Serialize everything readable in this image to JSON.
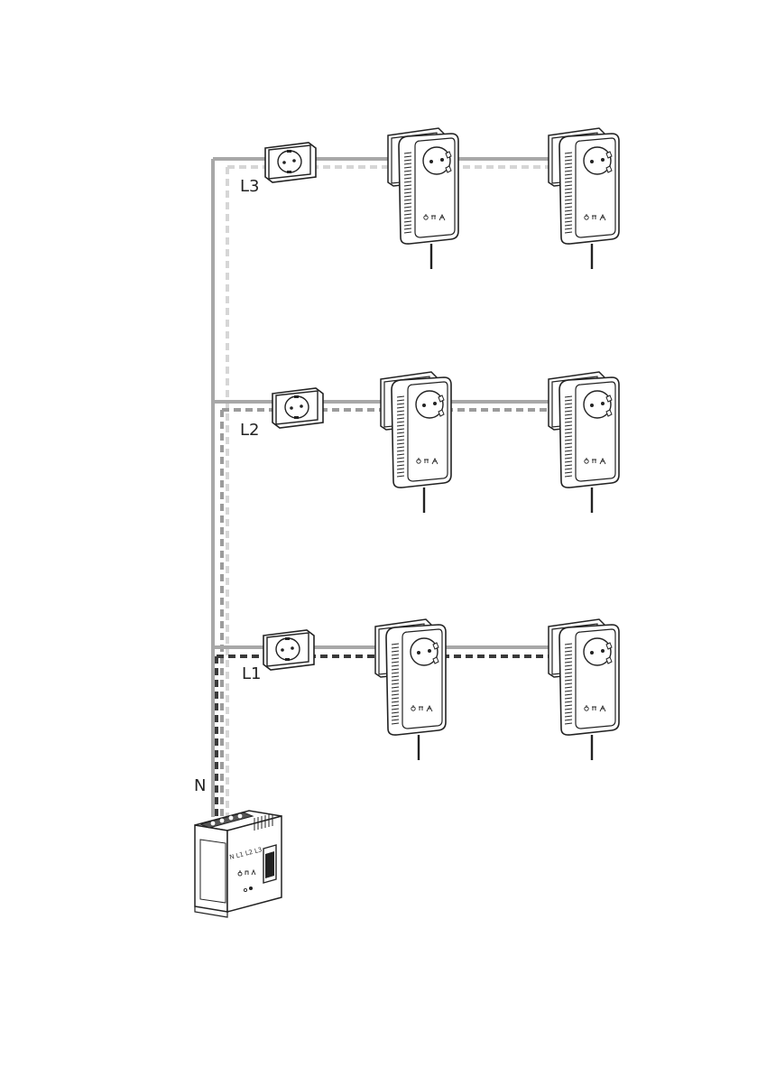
{
  "labels": {
    "phase_l3": "L3",
    "phase_l2": "L2",
    "phase_l1": "L1",
    "neutral": "N",
    "din_terminals": "N L1 L2 L3"
  },
  "colors": {
    "phase_solid": "#a8a8a8",
    "phase_l3_dash": "#d6d6d6",
    "phase_l2_dash": "#9c9c9c",
    "phase_l1_dash": "#3a3a3a",
    "outline": "#222222",
    "cable": "#222222"
  },
  "icons": {
    "wall_socket": "schuko-wall-socket-icon",
    "adapter": "powerline-adapter-icon",
    "din_module": "din-rail-powerline-module-icon"
  }
}
